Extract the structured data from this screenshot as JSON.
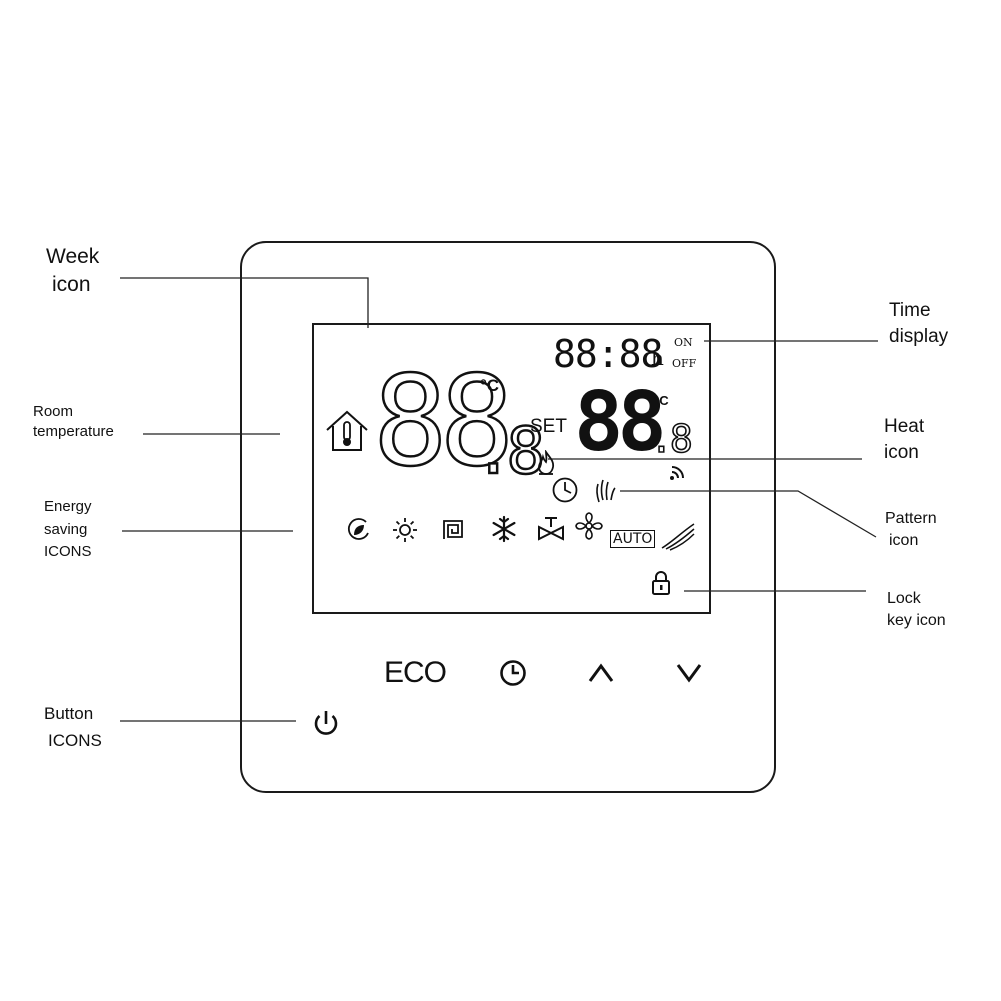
{
  "callouts": {
    "week_icon": [
      "Week",
      "icon"
    ],
    "time_display": [
      "Time",
      "display"
    ],
    "room_temperature": [
      "Room",
      "temperature"
    ],
    "heat_icon": [
      "Heat",
      "icon"
    ],
    "energy_saving": [
      "Energy",
      "saving",
      "ICONS"
    ],
    "pattern_icon": [
      "Pattern",
      "icon"
    ],
    "lock_key_icon": [
      "Lock",
      "key icon"
    ],
    "button_icons": [
      "Button",
      "ICONS"
    ]
  },
  "lcd": {
    "time": "88:88",
    "time_unit": "h",
    "on_label": "ON",
    "off_label": "OFF",
    "room_temp_digits": "88",
    "room_temp_decimal": ".8",
    "room_unit": "°C",
    "set_label": "SET",
    "set_temp_digits": "88",
    "set_temp_decimal": ".8",
    "set_unit": "°C",
    "auto_label": "AUTO"
  },
  "buttons": {
    "eco_label": "ECO"
  },
  "icons": {
    "house": "house-thermometer-icon",
    "flame": "flame-icon",
    "clock": "clock-icon",
    "hand": "hand-icon",
    "wifi": "wifi-icon",
    "eco": "eco-leaf-icon",
    "sun": "sun-icon",
    "floor": "floor-heating-icon",
    "snow": "snowflake-icon",
    "valve": "valve-icon",
    "fan": "fan-icon",
    "wind": "wind-icon",
    "lock": "lock-icon",
    "power": "power-icon",
    "up": "chevron-up-icon",
    "down": "chevron-down-icon"
  }
}
